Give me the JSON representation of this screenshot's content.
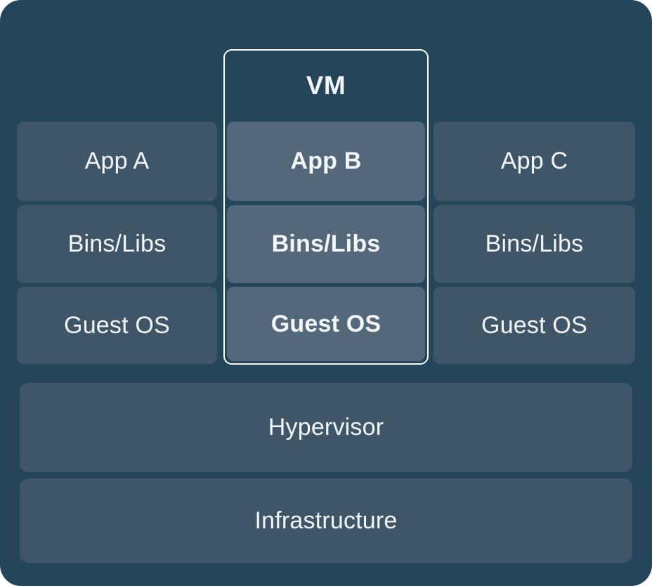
{
  "diagram": {
    "vm": {
      "label": "VM"
    },
    "columns": [
      {
        "name": "left-stack",
        "cells": [
          "App A",
          "Bins/Libs",
          "Guest OS"
        ]
      },
      {
        "name": "vm-stack",
        "cells": [
          "App B",
          "Bins/Libs",
          "Guest OS"
        ]
      },
      {
        "name": "right-stack",
        "cells": [
          "App C",
          "Bins/Libs",
          "Guest OS"
        ]
      }
    ],
    "layers": [
      {
        "label": "Hypervisor"
      },
      {
        "label": "Infrastructure"
      }
    ],
    "colors": {
      "background": "#25455A",
      "cell": "#3E5668",
      "vm_cell": "#53687A",
      "vm_outline": "#FFFFFF",
      "text": "#F3F6F8"
    }
  }
}
